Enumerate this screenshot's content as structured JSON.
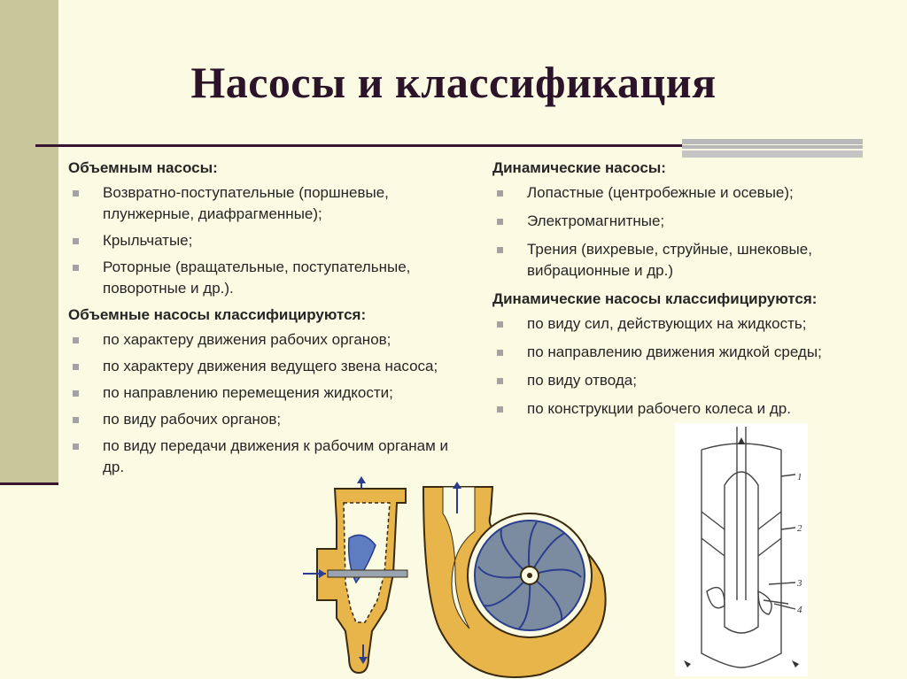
{
  "title": "Насосы и классификация",
  "left": {
    "heading1": "Объемным насосы:",
    "items1": [
      "Возвратно-поступательные (поршневые, плунжерные, диафрагменные);",
      "Крыльчатые;",
      "Роторные (вращательные, поступательные, поворотные и др.)."
    ],
    "heading2": "Объемные насосы классифицируются:",
    "items2": [
      "по характеру движения рабочих органов;",
      "по характеру движения ведущего звена насоса;",
      "по направлению перемещения жидкости;",
      "по виду рабочих органов;",
      "по виду передачи движения к рабочим органам и др."
    ]
  },
  "right": {
    "heading1": "Динамические насосы:",
    "items1": [
      "Лопастные (центробежные и осевые);",
      "Электромагнитные;",
      "Трения (вихревые, струйные, шнековые, вибрационные и др.)"
    ],
    "heading2": "Динамические насосы классифицируются:",
    "items2": [
      "по виду сил, действующих на жидкость;",
      "по направлению движения жидкой среды;",
      "по виду отвода;",
      "по конструкции рабочего колеса и др."
    ]
  },
  "figure": {
    "axial_pump_labels": [
      "1",
      "2",
      "3",
      "4"
    ]
  },
  "colors": {
    "background": "#fbfbe3",
    "band": "#c9c69b",
    "title": "#2b1329",
    "casing": "#e8b54a",
    "impeller": "#7c8ca0",
    "flow_arrow": "#2a3d8f"
  }
}
